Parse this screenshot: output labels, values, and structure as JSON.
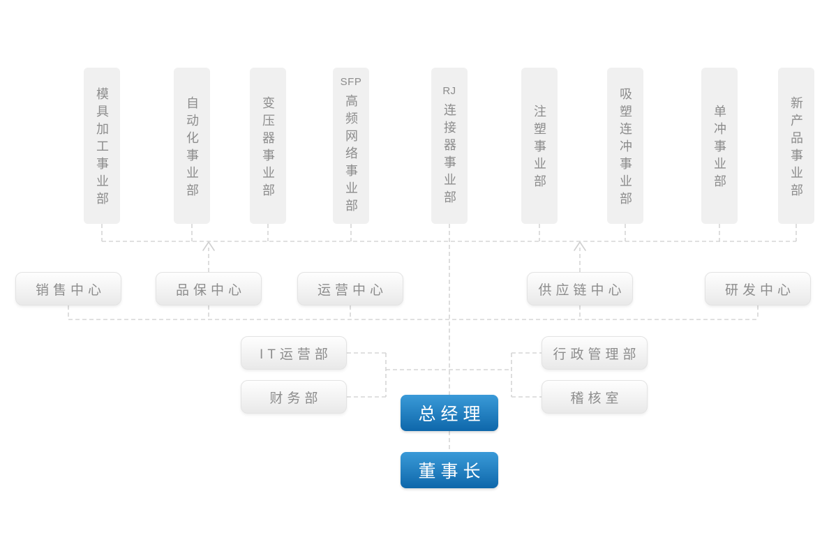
{
  "business_units": [
    {
      "label": "模具加工事业部"
    },
    {
      "label": "自动化事业部"
    },
    {
      "label": "变压器事业部"
    },
    {
      "prefix": "SFP",
      "label": "高频网络事业部"
    },
    {
      "prefix": "RJ",
      "label": "连接器事业部"
    },
    {
      "label": "注塑事业部"
    },
    {
      "label": "吸塑连冲事业部"
    },
    {
      "label": "单冲事业部"
    },
    {
      "label": "新产品事业部"
    }
  ],
  "centers": [
    {
      "label": "销售中心",
      "has_up_arrow": false
    },
    {
      "label": "品保中心",
      "has_up_arrow": true
    },
    {
      "label": "运营中心",
      "has_up_arrow": false
    },
    {
      "label": "供应链中心",
      "has_up_arrow": true
    },
    {
      "label": "研发中心",
      "has_up_arrow": false
    }
  ],
  "departments": [
    {
      "label": "IT运营部"
    },
    {
      "label": "财务部"
    },
    {
      "label": "行政管理部"
    },
    {
      "label": "稽核室"
    }
  ],
  "executives": [
    {
      "label": "总经理"
    },
    {
      "label": "董事长"
    }
  ],
  "colors": {
    "executive_gradient_top": "#3a9ad8",
    "executive_gradient_bottom": "#0e67aa",
    "connector_line": "#d5d5d5",
    "unit_box_bg": "#f0f0f0",
    "pill_gradient_top": "#fefefe",
    "pill_gradient_bottom": "#e9e9e9",
    "label_text": "#8c8c8c",
    "executive_text": "#ffffff"
  }
}
